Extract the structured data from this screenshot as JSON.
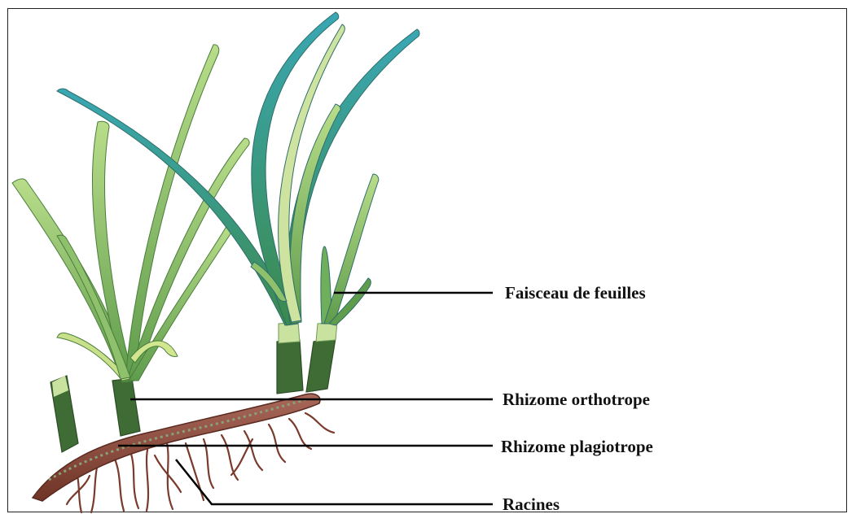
{
  "labels": {
    "leaves": "Faisceau de feuilles",
    "ortho": "Rhizome orthotrope",
    "plagio": "Rhizome plagiotrope",
    "roots": "Racines"
  },
  "colors": {
    "leaf_light": "#a7cf7a",
    "leaf_mid": "#6fae5a",
    "leaf_teal": "#2f9aa6",
    "leaf_dark": "#3f8a4a",
    "sheath": "#3f6b35",
    "rhizome": "#8a4a3a",
    "root": "#7a3a2c",
    "leader_line": "#000000"
  }
}
